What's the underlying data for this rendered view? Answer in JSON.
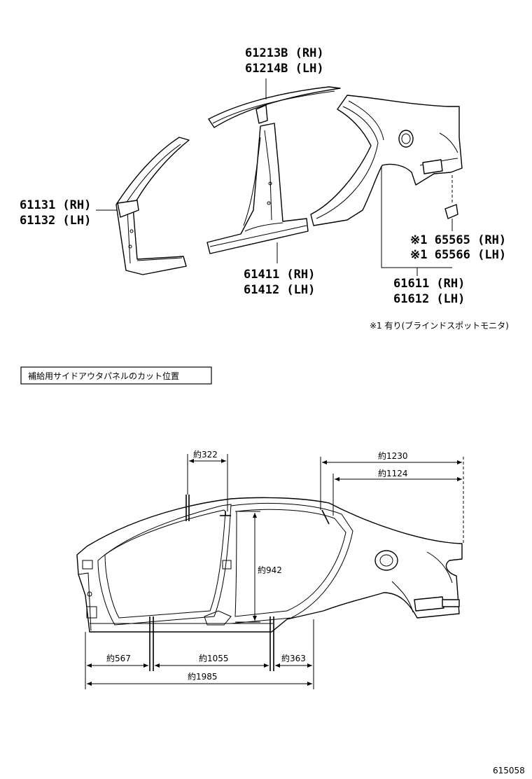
{
  "parts": {
    "roof_rail": [
      "61213B (RH)",
      "61214B (LH)"
    ],
    "front_pillar": [
      "61131 (RH)",
      "61132 (LH)"
    ],
    "center_pillar": [
      "61411 (RH)",
      "61412 (LH)"
    ],
    "rear_panel": [
      "61611 (RH)",
      "61612 (LH)"
    ],
    "bracket": [
      "※1 65565 (RH)",
      "※1 65566 (LH)"
    ]
  },
  "footnote": "※1 有り(ブラインドスポットモニタ)",
  "section_title": "補給用サイドアウタパネルのカット位置",
  "dimensions": {
    "d322": "約322",
    "d1230": "約1230",
    "d1124": "約1124",
    "d942": "約942",
    "d567": "約567",
    "d1055": "約1055",
    "d363": "約363",
    "d1985": "約1985"
  },
  "figure_number": "615058"
}
